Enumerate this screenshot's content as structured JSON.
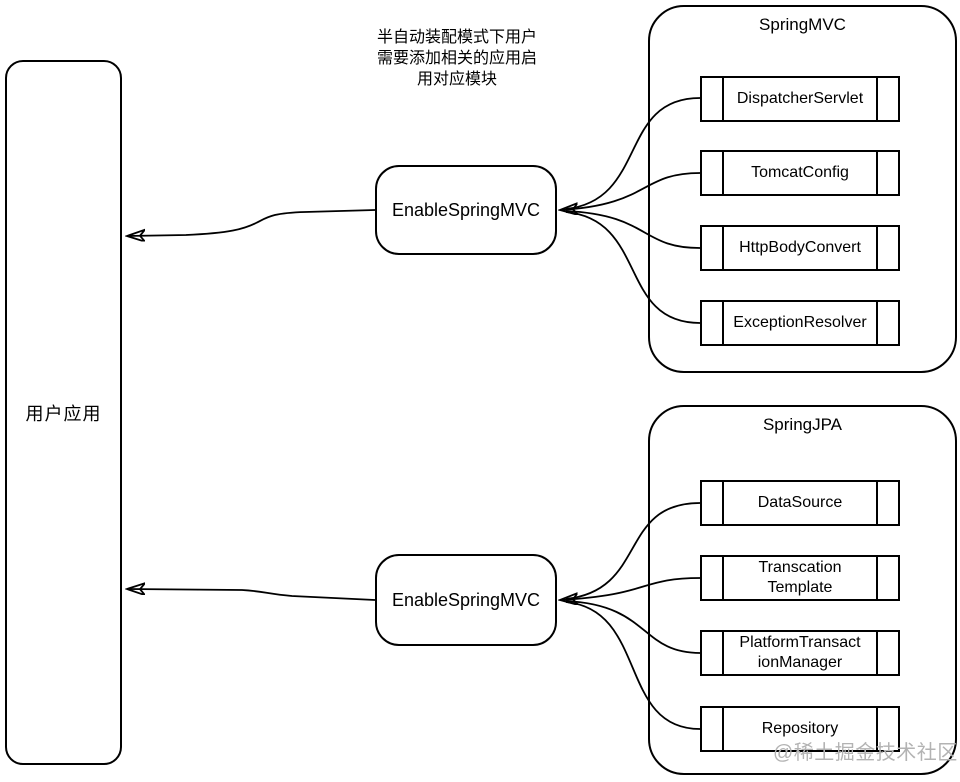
{
  "colors": {
    "stroke": "#000000",
    "background": "#ffffff",
    "watermark": "#b3b3b3"
  },
  "note": {
    "line1": "半自动装配模式下用户",
    "line2": "需要添加相关的应用启",
    "line3": "用对应模块"
  },
  "user_app": {
    "label": "用户应用"
  },
  "enable_top": {
    "label": "EnableSpringMVC"
  },
  "enable_bottom": {
    "label": "EnableSpringMVC"
  },
  "spring_mvc": {
    "title": "SpringMVC",
    "components": [
      {
        "line1": "DispatcherServlet",
        "line2": null
      },
      {
        "line1": "TomcatConfig",
        "line2": null
      },
      {
        "line1": "HttpBodyConvert",
        "line2": null
      },
      {
        "line1": "ExceptionResolver",
        "line2": null
      }
    ]
  },
  "spring_jpa": {
    "title": "SpringJPA",
    "components": [
      {
        "line1": "DataSource",
        "line2": null
      },
      {
        "line1": "Transcation",
        "line2": "Template"
      },
      {
        "line1": "PlatformTransact",
        "line2": "ionManager"
      },
      {
        "line1": "Repository",
        "line2": null
      }
    ]
  },
  "watermark": "@稀土掘金技术社区"
}
